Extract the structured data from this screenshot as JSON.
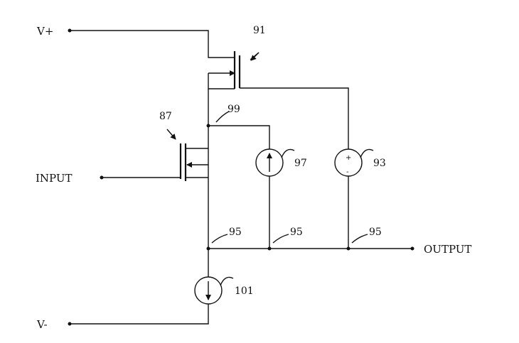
{
  "terminals": {
    "v_plus": "V+",
    "v_minus": "V-",
    "input": "INPUT",
    "output": "OUTPUT"
  },
  "references": {
    "transistor_top": "91",
    "transistor_input": "87",
    "node_gate": "99",
    "current_source_mid": "97",
    "voltage_source": "93",
    "current_source_bottom": "101",
    "output_node_left": "95",
    "output_node_mid": "95",
    "output_node_right": "95"
  },
  "voltage_source_polarity": {
    "plus": "+",
    "minus": "-"
  }
}
